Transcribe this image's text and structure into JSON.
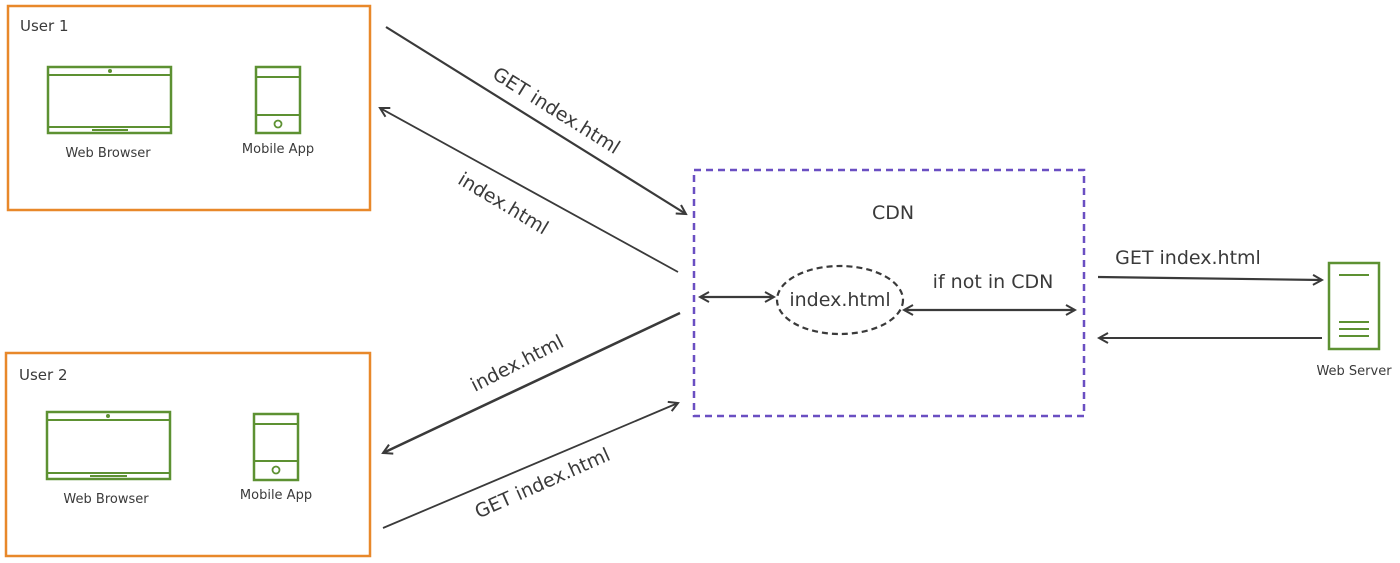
{
  "users": [
    {
      "title": "User 1",
      "browser_label": "Web Browser",
      "mobile_label": "Mobile App"
    },
    {
      "title": "User 2",
      "browser_label": "Web Browser",
      "mobile_label": "Mobile App"
    }
  ],
  "cdn": {
    "title": "CDN",
    "cache_label": "index.html"
  },
  "edges": {
    "user1_request": "GET index.html",
    "user1_response": "index.html",
    "user2_response": "index.html",
    "user2_request": "GET index.html",
    "cdn_to_server_request": "GET index.html",
    "cache_miss_label": "if not in CDN"
  },
  "server": {
    "label": "Web Server"
  },
  "colors": {
    "user_box": "#e8882a",
    "device": "#5d9132",
    "cdn_border": "#6a4fc2",
    "ink": "#3a3a3a"
  }
}
